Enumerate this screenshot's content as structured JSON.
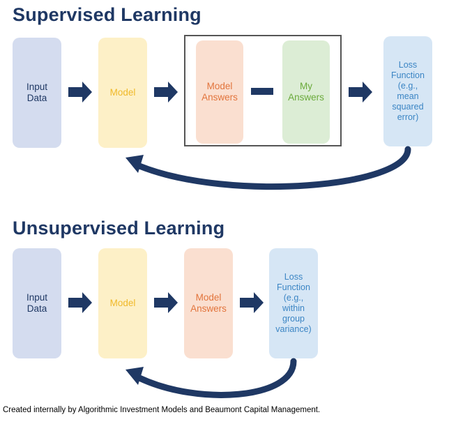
{
  "supervised": {
    "title": "Supervised Learning",
    "input": "Input\nData",
    "model": "Model",
    "model_answers": "Model\nAnswers",
    "my_answers": "My\nAnswers",
    "loss": "Loss\nFunction\n(e.g.,\nmean\nsquared\nerror)"
  },
  "unsupervised": {
    "title": "Unsupervised Learning",
    "input": "Input\nData",
    "model": "Model",
    "model_answers": "Model\nAnswers",
    "loss": "Loss\nFunction\n(e.g., within\ngroup\nvariance)"
  },
  "caption": "Created internally by Algorithmic Investment Models and Beaumont Capital Management.",
  "colors": {
    "title": "#1f3864",
    "arrow": "#1f3864",
    "input_fill": "#d4dcef",
    "model_fill": "#fdf0c7",
    "model_text": "#f0b929",
    "answers_fill": "#fadfd0",
    "answers_text": "#e2743c",
    "my_answers_fill": "#dcedd5",
    "my_answers_text": "#6aaa3b",
    "loss_fill": "#d6e6f5",
    "loss_text": "#3b85c4"
  }
}
